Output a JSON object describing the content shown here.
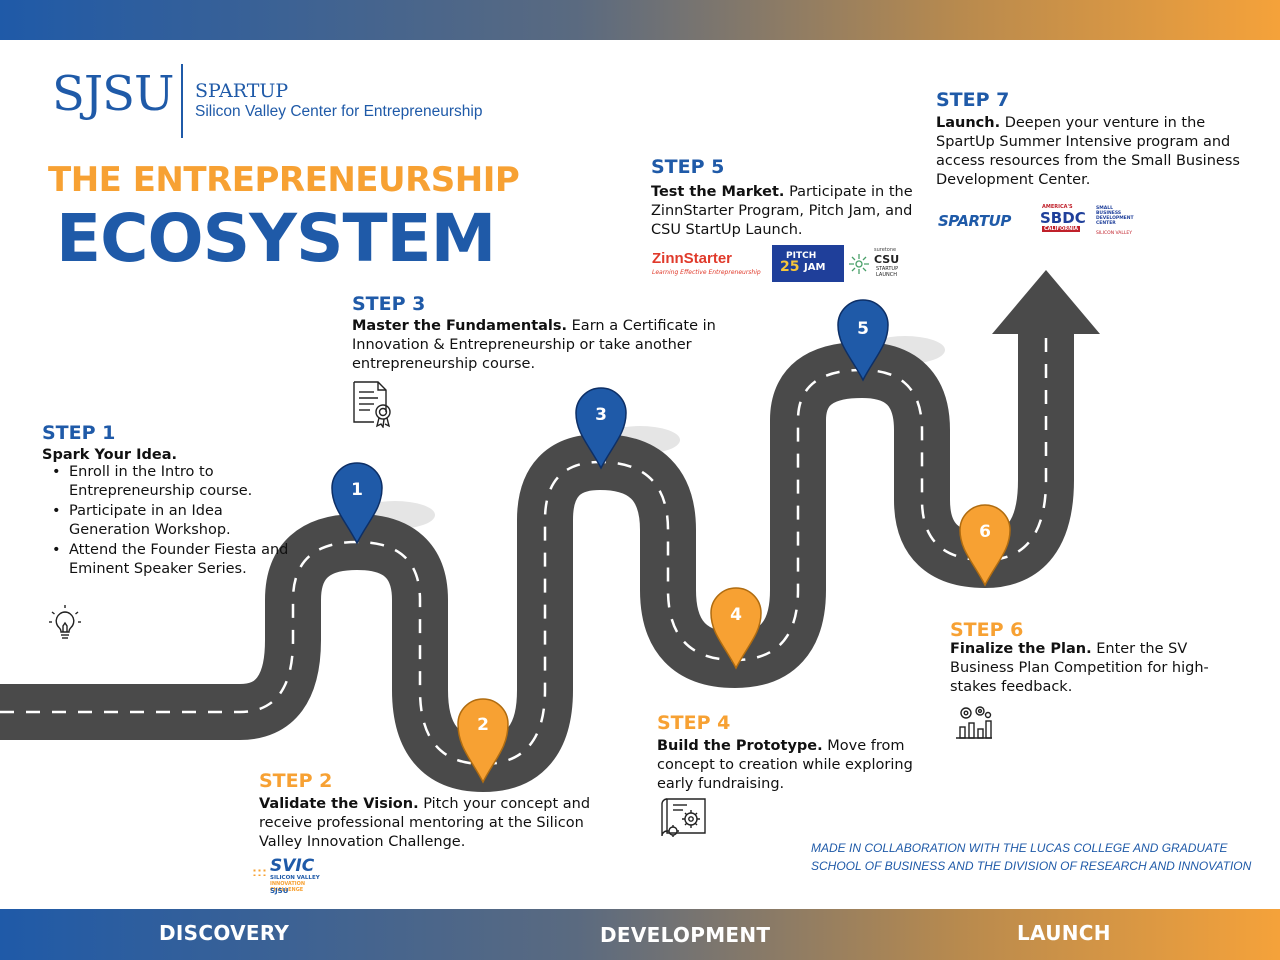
{
  "brand": {
    "sjsu": "SJSU",
    "name": "SPARTUP",
    "subtitle": "Silicon Valley Center for Entrepreneurship"
  },
  "title": {
    "line1": "THE ENTREPRENEURSHIP",
    "line2": "ECOSYSTEM"
  },
  "colors": {
    "blue": "#1f5aa8",
    "orange": "#f7a133",
    "road": "#4a4a4a"
  },
  "steps": [
    {
      "label": "STEP 1",
      "heading": "Spark Your Idea.",
      "items": [
        "Enroll in the Intro to Entrepreneurship course.",
        "Participate in an Idea Generation Workshop.",
        "Attend the Founder Fiesta and Eminent Speaker Series."
      ],
      "pin": "1",
      "icon": "lightbulb-icon"
    },
    {
      "label": "STEP 2",
      "heading": "Validate the Vision.",
      "text": "Pitch your concept and receive professional mentoring at the Silicon Valley Innovation Challenge.",
      "pin": "2",
      "badges": {
        "svic": "SVIC",
        "svic_line": "SILICON VALLEY",
        "svic_line2": "INNOVATION CHALLENGE",
        "svic_sjsu": "SJSU"
      }
    },
    {
      "label": "STEP 3",
      "heading": "Master the Fundamentals.",
      "text": "Earn a Certificate in Innovation & Entrepreneurship or take another entrepreneurship course.",
      "pin": "3",
      "icon": "certificate-icon"
    },
    {
      "label": "STEP 4",
      "heading": "Build the Prototype.",
      "text": "Move from concept to creation while exploring early fundraising.",
      "pin": "4",
      "icon": "blueprint-gear-icon"
    },
    {
      "label": "STEP 5",
      "heading": "Test the Market.",
      "text": "Participate in the ZinnStarter Program, Pitch Jam, and CSU StartUp Launch.",
      "pin": "5",
      "badges": {
        "zinn": "ZinnStarter",
        "zinn_tag": "Learning Effective Entrepreneurship",
        "pitch": "PITCH",
        "pitch_num": "25",
        "pitch_jam": "JAM",
        "csu_top": "suretone",
        "csu": "CSU",
        "csu_line": "STARTUP",
        "csu_line2": "LAUNCH"
      }
    },
    {
      "label": "STEP 6",
      "heading": "Finalize the Plan.",
      "text": "Enter the SV Business Plan Competition for high-stakes feedback.",
      "pin": "6",
      "icon": "chart-gears-icon"
    },
    {
      "label": "STEP 7",
      "heading": "Launch.",
      "text": "Deepen your venture in the SpartUp Summer Intensive program and access resources from the Small Business Development Center.",
      "badges": {
        "spartup": "SPARTUP",
        "sbdc_top": "AMERICA'S",
        "sbdc": "SBDC",
        "sbdc_state": "CALIFORNIA",
        "sbdc_side": "SMALL BUSINESS DEVELOPMENT CENTER",
        "sbdc_region": "SILICON VALLEY"
      }
    }
  ],
  "credit": "MADE IN COLLABORATION WITH THE LUCAS COLLEGE AND GRADUATE SCHOOL OF BUSINESS AND THE DIVISION OF RESEARCH AND INNOVATION",
  "phases": [
    "DISCOVERY",
    "DEVELOPMENT",
    "LAUNCH"
  ]
}
